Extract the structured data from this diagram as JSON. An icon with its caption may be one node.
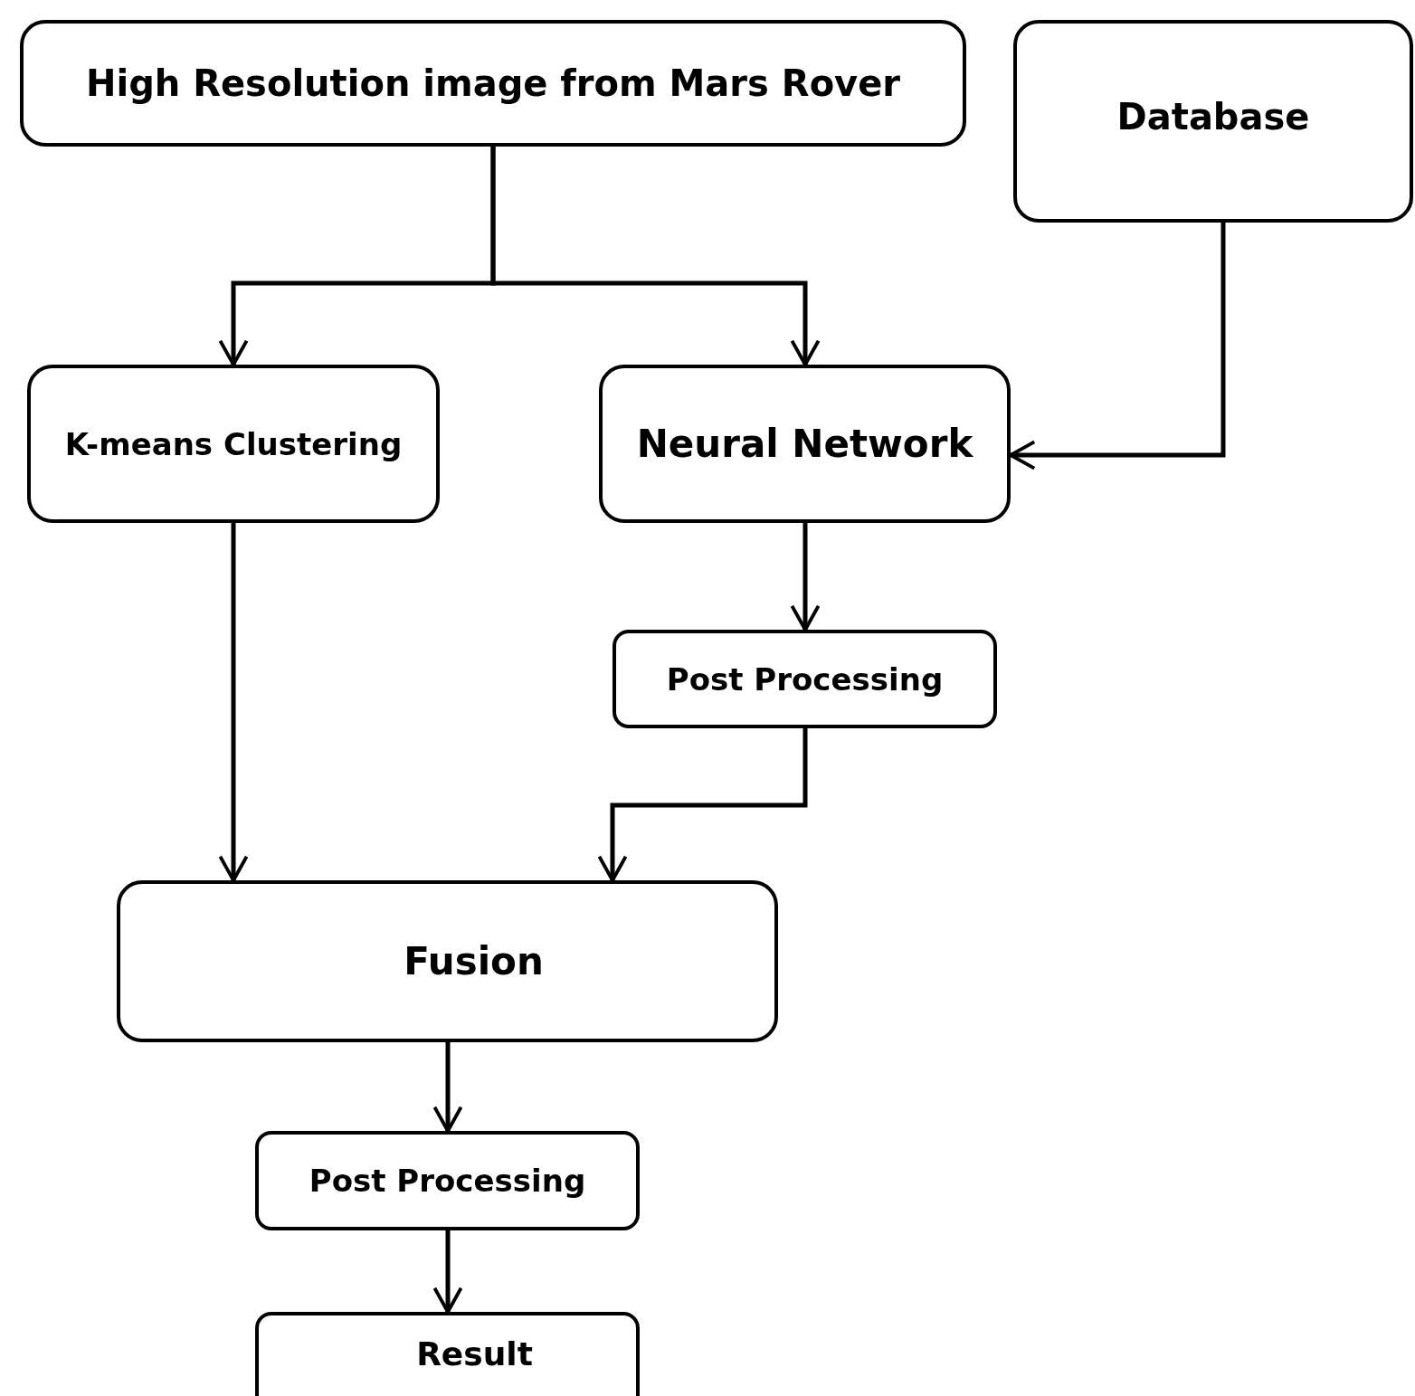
{
  "diagram": {
    "nodes": [
      {
        "text": [
          "High Resolution image from Mars Rover"
        ]
      },
      {
        "text": [
          "Database"
        ]
      },
      {
        "text": [
          "K-means Clustering"
        ]
      },
      {
        "text": [
          "Neural Network"
        ]
      },
      {
        "text": [
          "Post Processing"
        ]
      },
      {
        "text": [
          "Fusion"
        ]
      },
      {
        "text": [
          "Post Processing"
        ]
      },
      {
        "text": [
          "Result"
        ]
      }
    ],
    "edges": [
      {
        "from": 0,
        "to": 2,
        "arrow": "to"
      },
      {
        "from": 0,
        "to": 3,
        "arrow": "to"
      },
      {
        "from": 1,
        "to": 3,
        "arrow": "to"
      },
      {
        "from": 3,
        "to": 4,
        "arrow": "to"
      },
      {
        "from": 2,
        "to": 5,
        "arrow": "to"
      },
      {
        "from": 4,
        "to": 5,
        "arrow": "to"
      },
      {
        "from": 5,
        "to": 6,
        "arrow": "to"
      },
      {
        "from": 6,
        "to": 7,
        "arrow": "to"
      }
    ]
  }
}
